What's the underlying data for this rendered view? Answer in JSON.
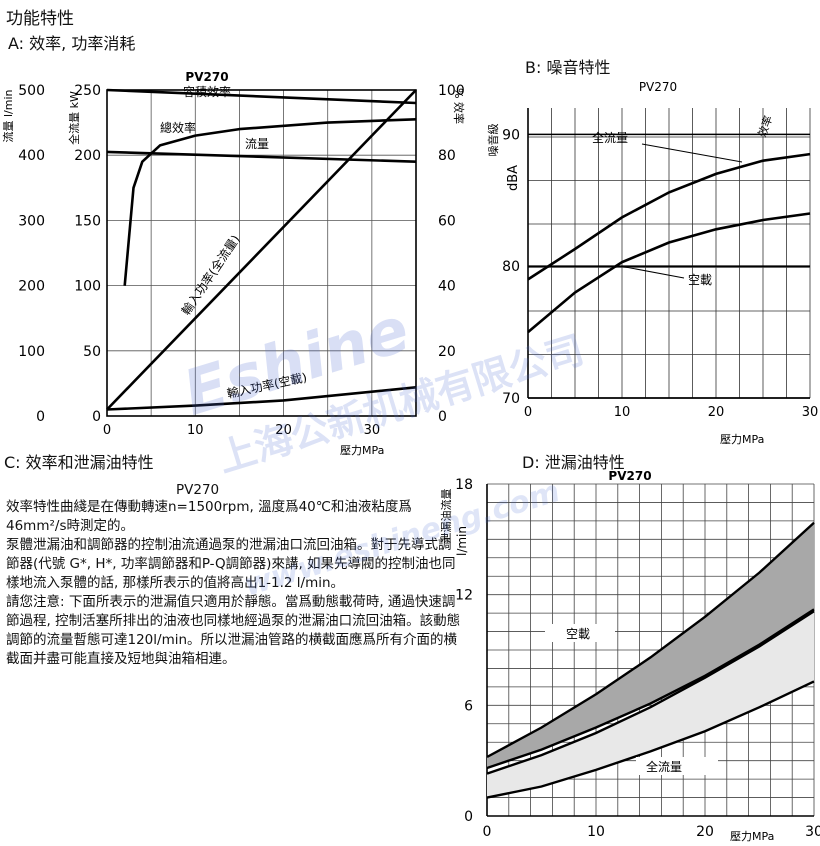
{
  "page": {
    "title": "功能特性",
    "section_a": "A:  效率, 功率消耗",
    "section_b": "B:  噪音特性",
    "section_c": "C:  效率和泄漏油特性",
    "section_d": "D:  泄漏油特性",
    "c_subtitle": "PV270",
    "body_text": "效率特性曲綫是在傳動轉速n=1500rpm, 溫度爲40℃和油液粘度爲46mm²/s時測定的。\n泵體泄漏油和調節器的控制油流通過泵的泄漏油口流回油箱。對于先導式調節器(代號 G*, H*, 功率調節器和P-Q調節器)來講, 如果先導閥的控制油也同樣地流入泵體的話, 那樣所表示的值將高出1-1.2 l/min。\n請您注意: 下面所表示的泄漏值只適用於靜態。當爲動態載荷時, 通過快速調節過程, 控制活塞所排出的油液也同樣地經過泵的泄漏油口流回油箱。該動態調節的流量暫態可達120l/min。所以泄漏油管路的横截面應爲所有介面的横截面并盡可能直接及短地與油箱相連。"
  },
  "watermark": {
    "brand": "Eshine",
    "company": "上海公新机械有限公司",
    "url": "www.eshineng.com"
  },
  "chart_data": [
    {
      "type": "line",
      "title": "PV270",
      "subtitle": "容積效率",
      "xlabel": "壓力MPa",
      "x_ticks": [
        0,
        10,
        20,
        30
      ],
      "xlim": [
        0,
        35
      ],
      "y_left_flow_label": "流量 l/min",
      "y_left_flow_ticks": [
        0,
        100,
        200,
        300,
        400,
        500
      ],
      "y_left_power_label": "全流量 kW",
      "y_left_power_ticks": [
        0,
        50,
        100,
        150,
        200,
        250
      ],
      "y_right_label": "% 效率",
      "y_right_ticks": [
        0,
        20,
        40,
        60,
        80,
        100
      ],
      "grid": true,
      "series": [
        {
          "name": "容積效率",
          "x": [
            0,
            35
          ],
          "y_percent": [
            100,
            96
          ]
        },
        {
          "name": "總效率",
          "x": [
            2,
            3,
            4,
            6,
            10,
            15,
            25,
            35
          ],
          "y_percent": [
            40,
            70,
            78,
            83,
            86,
            88,
            90,
            91
          ]
        },
        {
          "name": "流量",
          "x": [
            0,
            35
          ],
          "y_flow": [
            405,
            390
          ]
        },
        {
          "name": "輸入功率(全流量)",
          "x": [
            0,
            35
          ],
          "y_kw": [
            5,
            250
          ]
        },
        {
          "name": "輸入功率(空載)",
          "x": [
            0,
            10,
            20,
            35
          ],
          "y_kw": [
            5,
            8,
            12,
            22
          ]
        }
      ]
    },
    {
      "type": "line",
      "title": "PV270",
      "xlabel": "壓力MPa",
      "x_ticks": [
        0,
        10,
        20,
        30
      ],
      "xlim": [
        0,
        30
      ],
      "ylabel": "dBA",
      "y_side_label": "噪音級",
      "y_ticks": [
        70,
        80,
        90
      ],
      "ylim": [
        70,
        92
      ],
      "grid": true,
      "annotation": "效率",
      "series": [
        {
          "name": "全流量",
          "x": [
            0,
            5,
            10,
            15,
            20,
            25,
            30
          ],
          "y": [
            79,
            81.3,
            83.7,
            85.6,
            87,
            88,
            88.5
          ]
        },
        {
          "name": "空載",
          "x": [
            0,
            5,
            10,
            15,
            20,
            25,
            30
          ],
          "y": [
            75,
            78,
            80.3,
            81.8,
            82.8,
            83.5,
            84
          ]
        }
      ]
    },
    {
      "type": "area",
      "title": "PV270",
      "xlabel": "壓力MPa",
      "x_ticks": [
        0,
        10,
        20,
        30
      ],
      "xlim": [
        0,
        30
      ],
      "ylabel": "l/min",
      "y_side_label": "泄漏油流量",
      "y_ticks": [
        0,
        6,
        12,
        18
      ],
      "ylim": [
        0,
        18
      ],
      "grid": true,
      "series": [
        {
          "name": "空載",
          "x": [
            0,
            5,
            10,
            15,
            20,
            25,
            30
          ],
          "upper": [
            3.2,
            4.8,
            6.6,
            8.6,
            10.8,
            13.2,
            15.9
          ],
          "lower": [
            2.6,
            3.6,
            4.8,
            6.1,
            7.6,
            9.3,
            11.2
          ]
        },
        {
          "name": "全流量",
          "x": [
            0,
            5,
            10,
            15,
            20,
            25,
            30
          ],
          "upper": [
            2.3,
            3.3,
            4.5,
            5.9,
            7.5,
            9.2,
            11.1
          ],
          "lower": [
            1.0,
            1.6,
            2.5,
            3.5,
            4.6,
            5.9,
            7.3
          ]
        }
      ]
    }
  ]
}
